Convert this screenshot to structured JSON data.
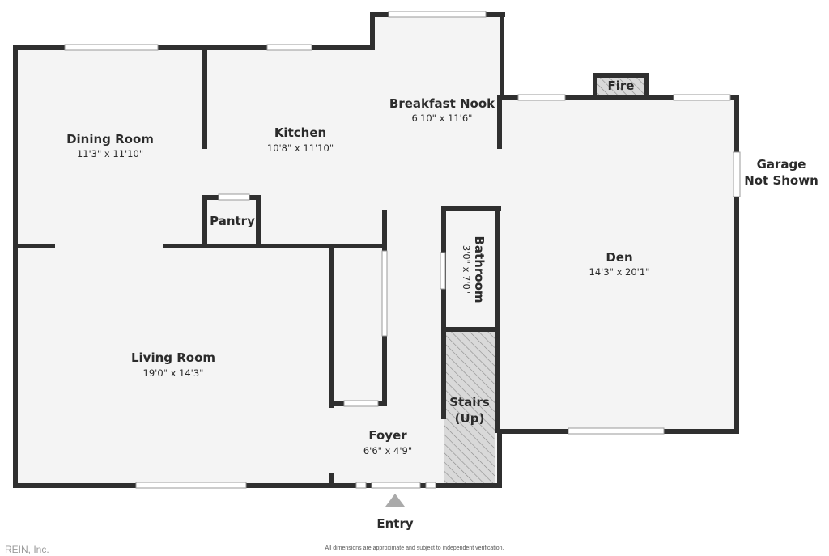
{
  "rooms": {
    "dining": {
      "name": "Dining Room",
      "dims": "11'3\" x 11'10\""
    },
    "kitchen": {
      "name": "Kitchen",
      "dims": "10'8\" x 11'10\""
    },
    "nook": {
      "name": "Breakfast Nook",
      "dims": "6'10\" x 11'6\""
    },
    "pantry": {
      "name": "Pantry"
    },
    "den": {
      "name": "Den",
      "dims": "14'3\" x 20'1\""
    },
    "bathroom": {
      "name": "Bathroom",
      "dims": "3'0\" x 7'0\""
    },
    "living": {
      "name": "Living Room",
      "dims": "19'0\" x 14'3\""
    },
    "foyer": {
      "name": "Foyer",
      "dims": "6'6\" x 4'9\""
    },
    "stairs": {
      "line1": "Stairs",
      "line2": "(Up)"
    },
    "fire": {
      "name": "Fire"
    }
  },
  "labels": {
    "garage_line1": "Garage",
    "garage_line2": "Not Shown",
    "entry": "Entry"
  },
  "footer": {
    "watermark": "REIN, Inc.",
    "disclaimer": "All dimensions are approximate and subject to independent verification."
  },
  "colors": {
    "wall": "#2f2f2f",
    "floor": "#f4f4f4",
    "stairs_hatch": "#d6d6d6",
    "entry_arrow": "#aaaaaa"
  }
}
